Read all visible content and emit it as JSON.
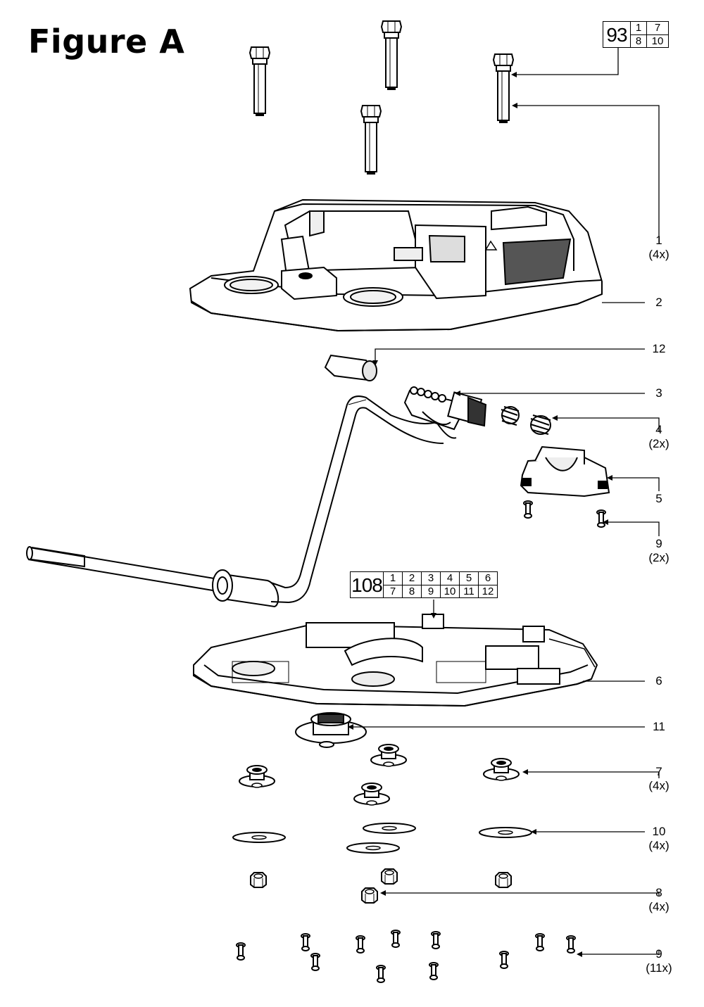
{
  "title": "Figure A",
  "ref_small": {
    "id": "93",
    "top": [
      "1",
      "7"
    ],
    "bottom": [
      "8",
      "10"
    ]
  },
  "ref_large": {
    "id": "108",
    "top": [
      "1",
      "2",
      "3",
      "4",
      "5",
      "6"
    ],
    "bottom": [
      "7",
      "8",
      "9",
      "10",
      "11",
      "12"
    ]
  },
  "callouts": [
    {
      "num": "1",
      "qty": "(4x)"
    },
    {
      "num": "2",
      "qty": ""
    },
    {
      "num": "12",
      "qty": ""
    },
    {
      "num": "3",
      "qty": ""
    },
    {
      "num": "4",
      "qty": "(2x)"
    },
    {
      "num": "5",
      "qty": ""
    },
    {
      "num": "9",
      "qty": "(2x)"
    },
    {
      "num": "6",
      "qty": ""
    },
    {
      "num": "11",
      "qty": ""
    },
    {
      "num": "7",
      "qty": "(4x)"
    },
    {
      "num": "10",
      "qty": "(4x)"
    },
    {
      "num": "8",
      "qty": "(4x)"
    },
    {
      "num": "9",
      "qty": "(11x)"
    }
  ]
}
